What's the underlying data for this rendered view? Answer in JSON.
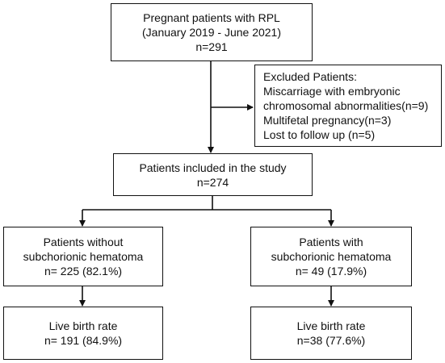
{
  "flowchart": {
    "start": {
      "line1": "Pregnant patients with RPL",
      "line2": "(January 2019 - June 2021)",
      "line3": "n=291"
    },
    "excluded": {
      "title": "Excluded Patients:",
      "item1a": "Miscarriage with embryonic",
      "item1b": "chromosomal abnormalities(n=9)",
      "item2": "Multifetal pregnancy(n=3)",
      "item3": "Lost to follow up (n=5)"
    },
    "included": {
      "line1": "Patients included in the study",
      "line2": "n=274"
    },
    "without_sch": {
      "line1": "Patients without",
      "line2": "subchorionic hematoma",
      "line3": "n= 225 (82.1%)"
    },
    "with_sch": {
      "line1": "Patients with",
      "line2": "subchorionic hematoma",
      "line3": "n= 49 (17.9%)"
    },
    "live_birth_without": {
      "line1": "Live birth rate",
      "line2": "n= 191 (84.9%)"
    },
    "live_birth_with": {
      "line1": "Live birth rate",
      "line2": "n=38 (77.6%)"
    }
  }
}
